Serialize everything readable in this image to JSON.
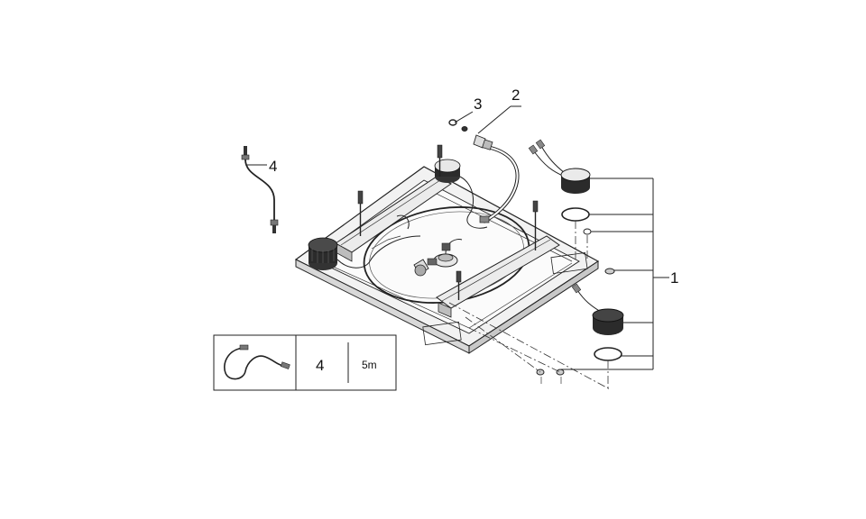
{
  "callouts": {
    "part1": "1",
    "part2": "2",
    "part3": "3",
    "part4": "4"
  },
  "legend_box": {
    "part_number": "4",
    "length": "5m"
  },
  "colors": {
    "line": "#222222",
    "frame_fill": "#f2f2f2",
    "speaker_dark": "#222222",
    "background": "#ffffff"
  },
  "icons": {
    "cable": "cable-icon",
    "speaker": "speaker-icon",
    "frame": "mounting-frame"
  }
}
